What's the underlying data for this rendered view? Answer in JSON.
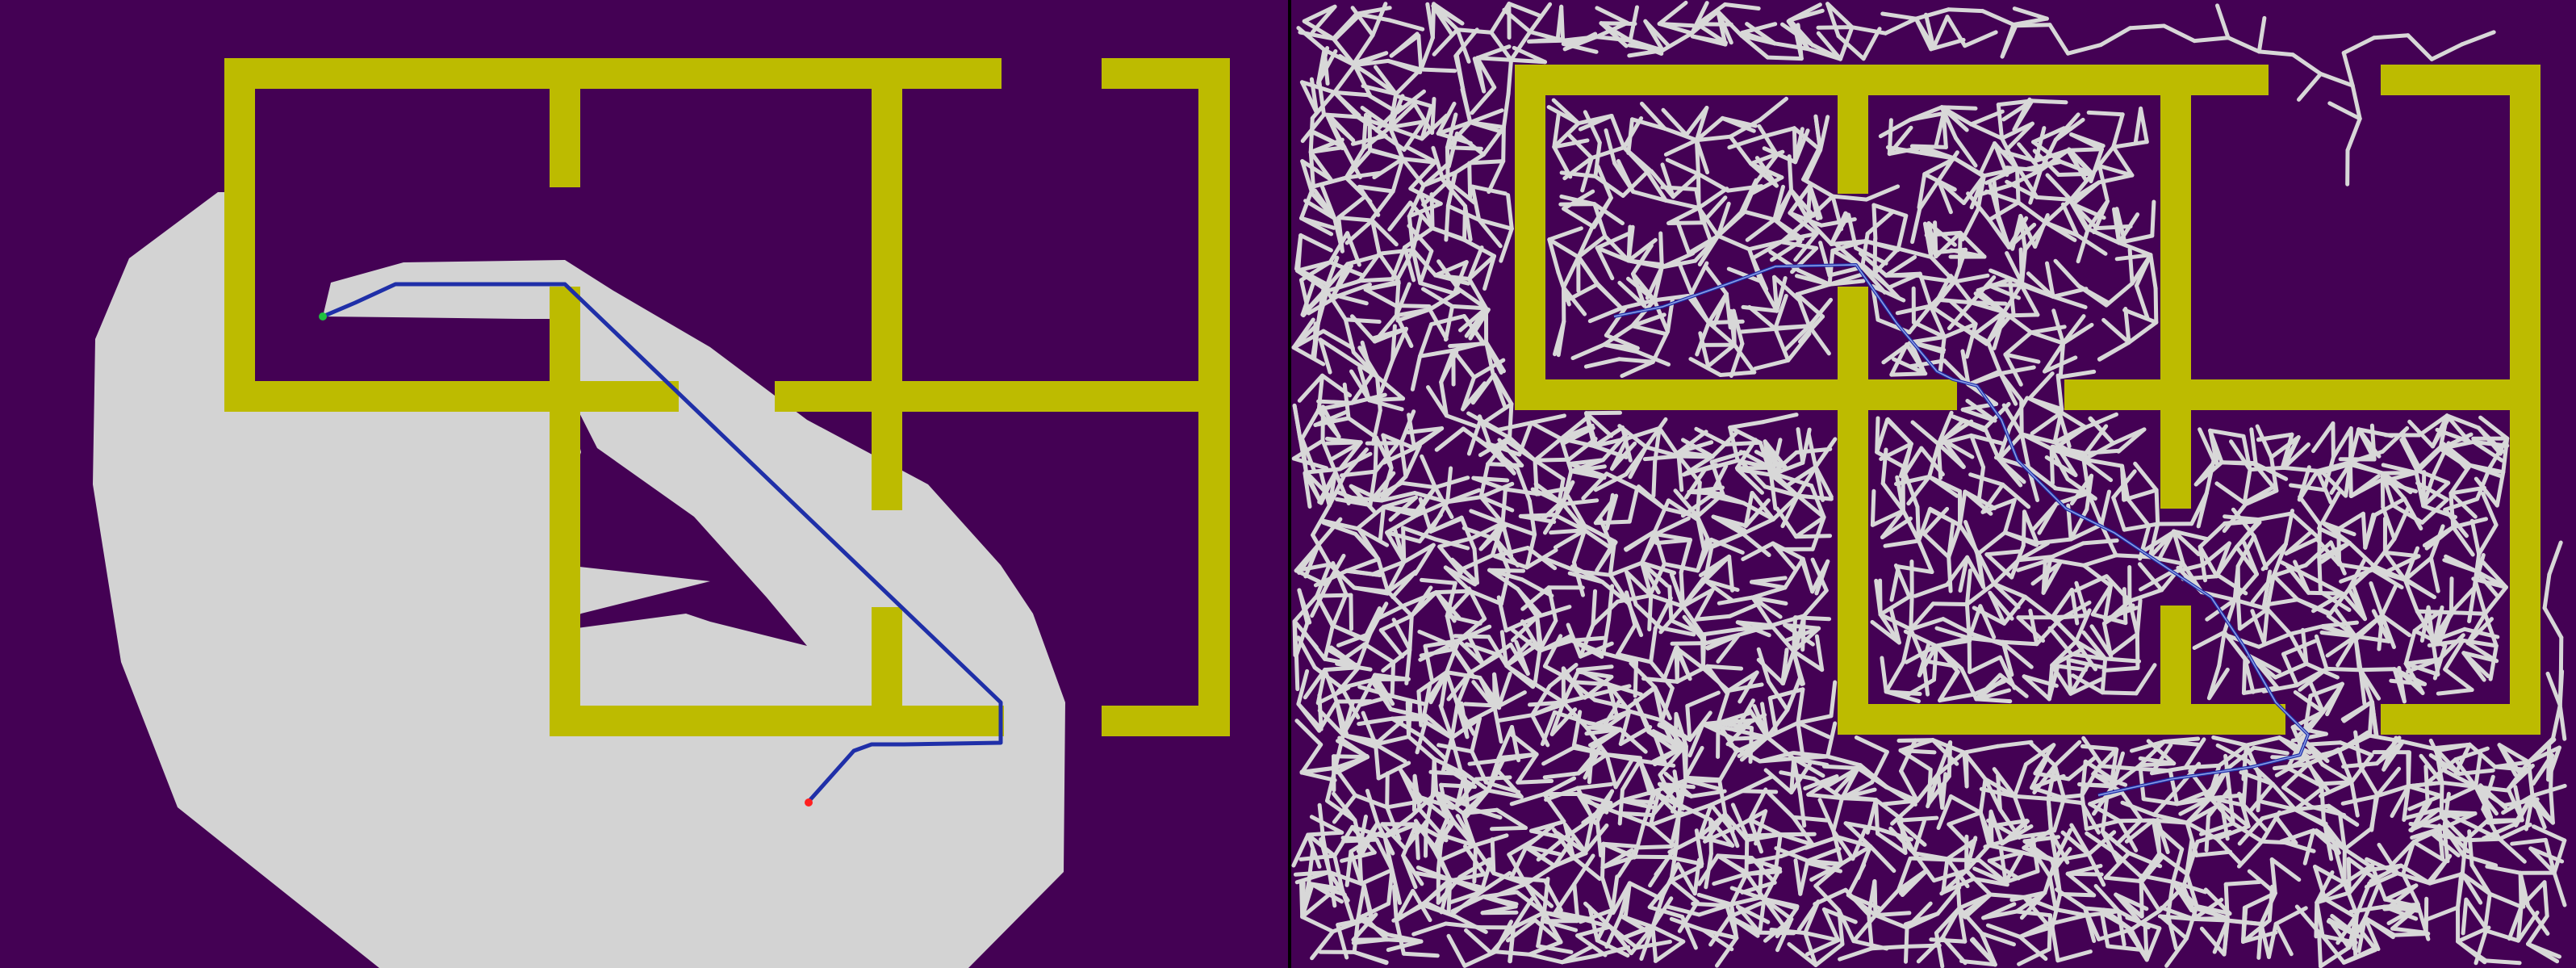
{
  "colors": {
    "free_space": "#440154",
    "wall": "#BDBB00",
    "explored_region": "#D3D3D3",
    "tree_edge": "#D8D8D8",
    "path": "#1F2FA8",
    "start_marker": "#FF2020",
    "goal_marker": "#20C040",
    "separator": "#000000"
  },
  "panels": [
    {
      "name": "visibility-path-planner",
      "style": "visibility-region-with-path"
    },
    {
      "name": "rrt-tree-planner",
      "style": "random-tree-with-path"
    }
  ]
}
